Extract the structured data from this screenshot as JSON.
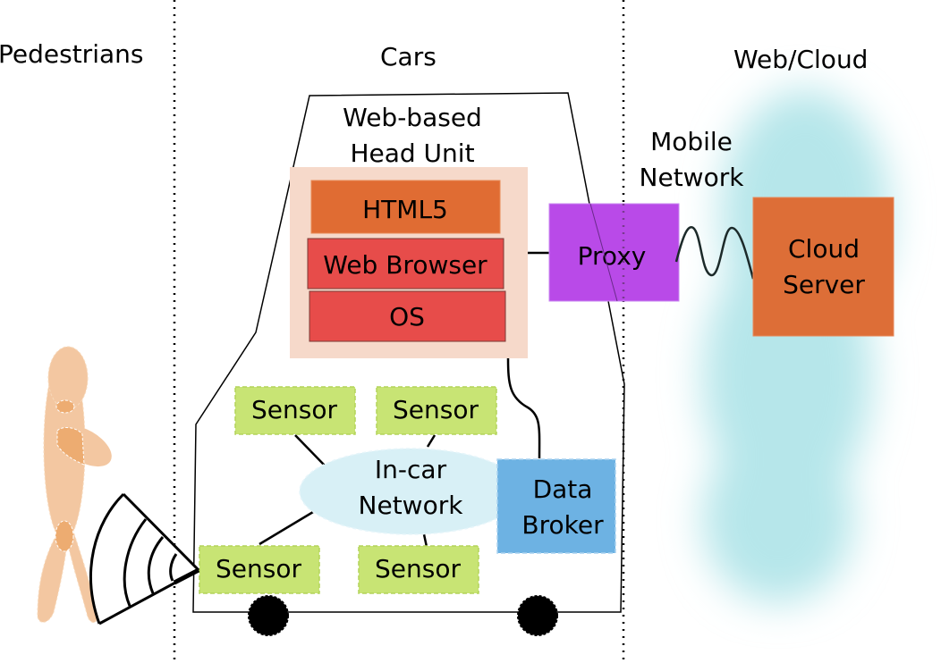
{
  "zones": {
    "pedestrians": "Pedestrians",
    "cars": "Cars",
    "web_cloud": "Web/Cloud"
  },
  "head_unit": {
    "title_line1": "Web-based",
    "title_line2": "Head Unit",
    "layers": [
      "HTML5",
      "Web Browser",
      "OS"
    ]
  },
  "mobile_network": {
    "line1": "Mobile",
    "line2": "Network"
  },
  "proxy": {
    "label": "Proxy"
  },
  "cloud_server": {
    "line1": "Cloud",
    "line2": "Server"
  },
  "sensors": [
    "Sensor",
    "Sensor",
    "Sensor",
    "Sensor"
  ],
  "in_car_network": {
    "line1": "In-car",
    "line2": "Network"
  },
  "data_broker": {
    "line1": "Data",
    "line2": "Broker"
  },
  "colors": {
    "head_unit_bg": "#f6d9ca",
    "html5": "#e06c33",
    "browser_os": "#e74c4a",
    "proxy": "#b94ae8",
    "cloud_server": "#dd6e37",
    "sensor": "#c8e474",
    "network": "#d8f0f6",
    "data_broker": "#6db2e3",
    "cloud_glow": "#b6e6ea",
    "pedestrian": "#f3c59c"
  }
}
